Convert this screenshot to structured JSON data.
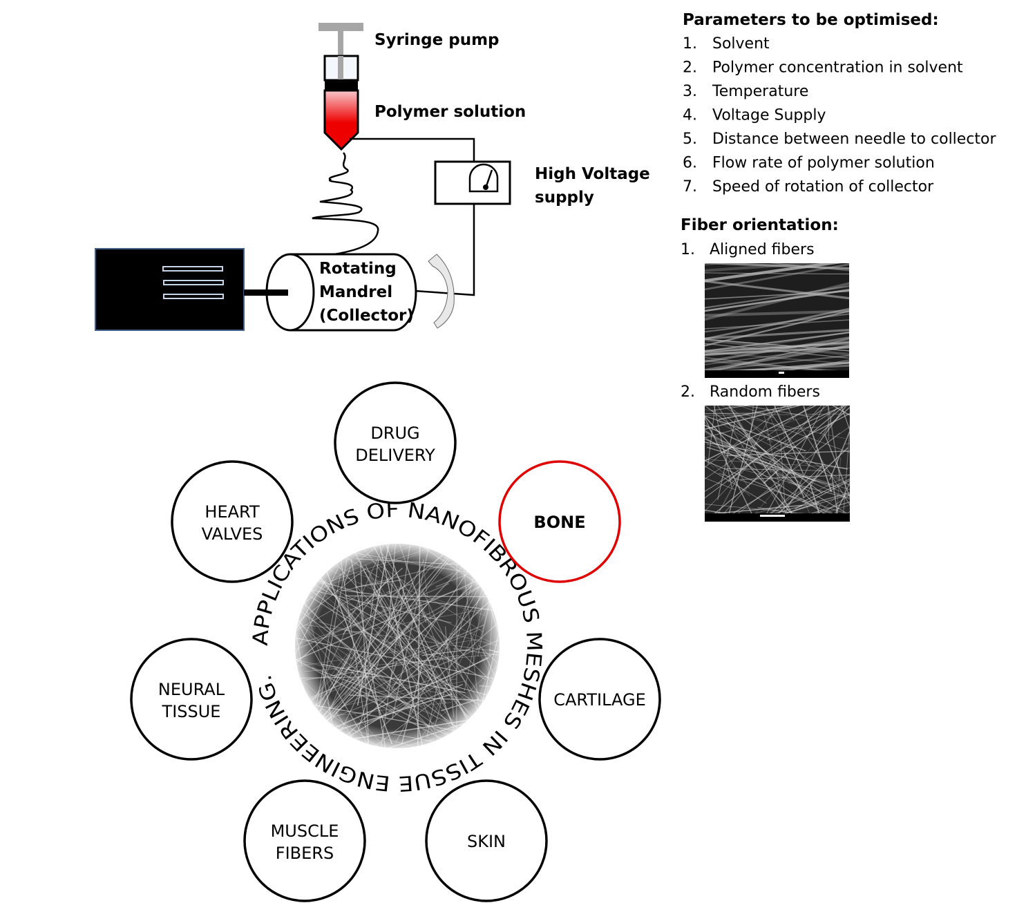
{
  "setup": {
    "syringe_pump": "Syringe pump",
    "polymer_solution": "Polymer solution",
    "high_voltage_line1": "High Voltage",
    "high_voltage_line2": "supply",
    "mandrel_line1": "Rotating",
    "mandrel_line2": "Mandrel",
    "mandrel_line3": "(Collector)"
  },
  "parameters": {
    "title": "Parameters to be optimised:",
    "items": [
      {
        "num": "1.",
        "text": "Solvent"
      },
      {
        "num": "2.",
        "text": "Polymer concentration in solvent"
      },
      {
        "num": "3.",
        "text": "Temperature"
      },
      {
        "num": "4.",
        "text": "Voltage Supply"
      },
      {
        "num": "5.",
        "text": "Distance between needle to collector"
      },
      {
        "num": "6.",
        "text": "Flow rate of polymer solution"
      },
      {
        "num": "7.",
        "text": "Speed of rotation of collector"
      }
    ]
  },
  "fiber_orientation": {
    "title": "Fiber orientation:",
    "items": [
      {
        "num": "1.",
        "text": "Aligned fibers"
      },
      {
        "num": "2.",
        "text": "Random fibers"
      }
    ]
  },
  "applications": {
    "ring_text": "APPLICATIONS OF NANOFIBROUS MESHES IN TISSUE ENGINEERING.",
    "nodes": [
      {
        "line1": "DRUG",
        "line2": "DELIVERY"
      },
      {
        "line1": "HEART",
        "line2": "VALVES"
      },
      {
        "line1": "BONE",
        "line2": ""
      },
      {
        "line1": "NEURAL",
        "line2": "TISSUE"
      },
      {
        "line1": "CARTILAGE",
        "line2": ""
      },
      {
        "line1": "MUSCLE",
        "line2": "FIBERS"
      },
      {
        "line1": "SKIN",
        "line2": ""
      }
    ],
    "highlight_color": "#e00000"
  },
  "colors": {
    "solution": "#ee0000",
    "plunger": "#a6a6a6",
    "motor": "#000000"
  }
}
